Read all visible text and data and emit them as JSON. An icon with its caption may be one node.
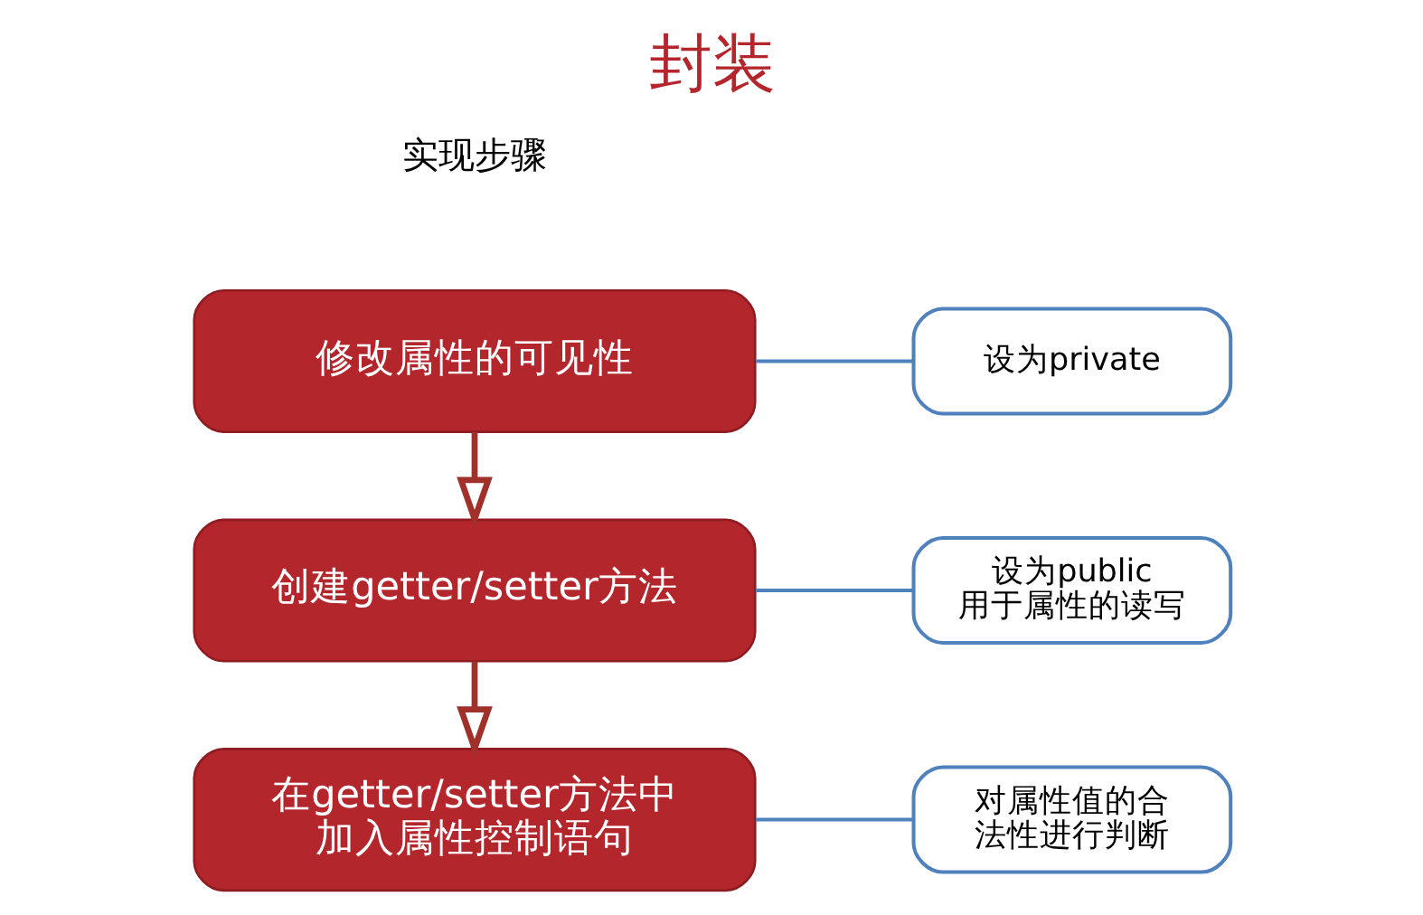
{
  "diagram": {
    "title": "封装",
    "nodes": [
      {
        "text": [
          "修改属性的可见性"
        ]
      },
      {
        "text": [
          "设为private"
        ]
      },
      {
        "text": [
          "创建getter/setter方法"
        ]
      },
      {
        "text": [
          "设为public用于属性的读写"
        ]
      },
      {
        "text": [
          "在getter/setter方法中加入属性控制语句"
        ]
      },
      {
        "text": [
          "对属性值的合法性进行判断"
        ]
      }
    ],
    "edges": [
      {
        "from": 0,
        "to": 2,
        "arrow": "to",
        "color": "#a0302a"
      },
      {
        "from": 2,
        "to": 4,
        "arrow": "to",
        "color": "#a0302a"
      },
      {
        "from": 1,
        "to": 0,
        "arrow": "none"
      },
      {
        "from": 3,
        "to": 2,
        "arrow": "none"
      },
      {
        "from": 5,
        "to": 4,
        "arrow": "none"
      }
    ],
    "labels": [
      "实现步骤"
    ]
  }
}
